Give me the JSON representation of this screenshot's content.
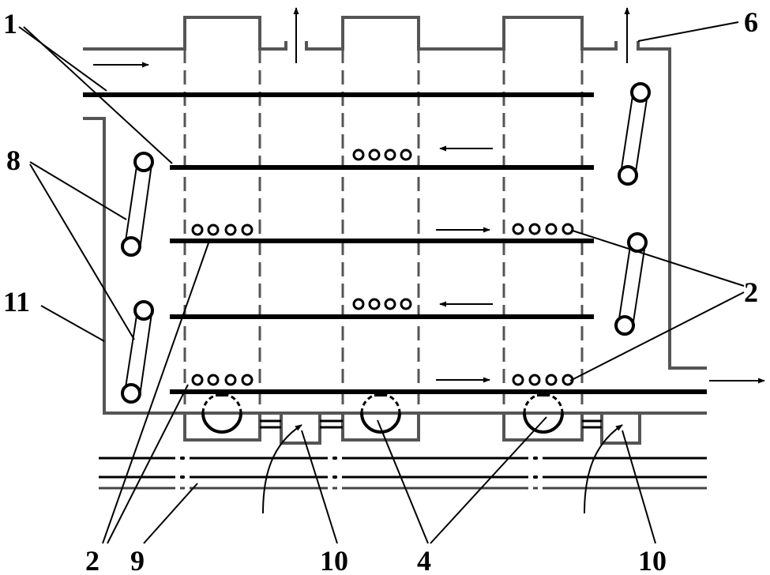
{
  "labels": {
    "l1": "1",
    "l2a": "2",
    "l2b": "2",
    "l4": "4",
    "l6": "6",
    "l8": "8",
    "l9": "9",
    "l10a": "10",
    "l10b": "10",
    "l11": "11"
  },
  "colors": {
    "line": "#000000",
    "wall": "#555555",
    "background": "#ffffff"
  }
}
